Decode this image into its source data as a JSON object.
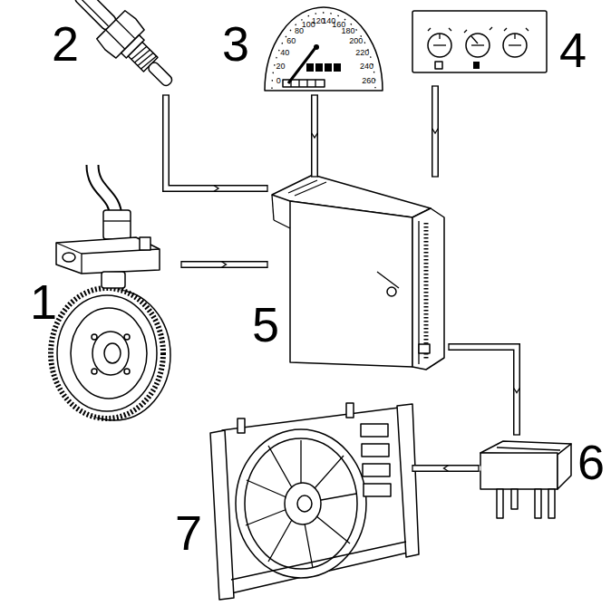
{
  "diagram": {
    "nodes": [
      {
        "text": [
          "2"
        ]
      },
      {
        "text": [
          "3"
        ]
      },
      {
        "text": [
          "4"
        ]
      },
      {
        "text": [
          "1"
        ]
      },
      {
        "text": [
          "5"
        ]
      },
      {
        "text": [
          "6"
        ]
      },
      {
        "text": [
          "7"
        ]
      }
    ],
    "edges": [
      {
        "from": 0,
        "to": 4,
        "arrow": "to"
      },
      {
        "from": 1,
        "to": 4,
        "arrow": "to"
      },
      {
        "from": 2,
        "to": 4,
        "arrow": "to"
      },
      {
        "from": 3,
        "to": 4,
        "arrow": "to"
      },
      {
        "from": 4,
        "to": 5,
        "arrow": "to"
      },
      {
        "from": 5,
        "to": 6,
        "arrow": "to"
      }
    ],
    "labels": [
      "0",
      "20",
      "40",
      "60",
      "80",
      "100",
      "120",
      "140",
      "160",
      "180",
      "200",
      "220",
      "240",
      "260"
    ]
  }
}
